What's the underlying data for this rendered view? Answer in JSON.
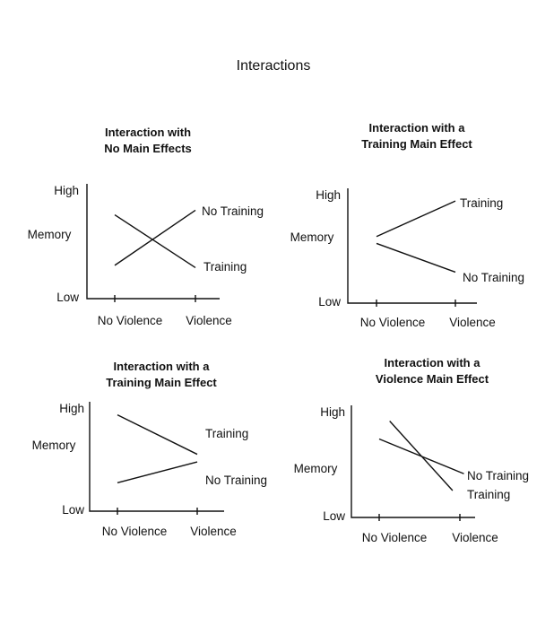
{
  "page_title": "Interactions",
  "chart_data": [
    {
      "type": "line",
      "title": [
        "Interaction with",
        "No Main Effects"
      ],
      "ylabel": "Memory",
      "y_ticks": [
        "High",
        "Low"
      ],
      "categories": [
        "No Violence",
        "Violence"
      ],
      "ylim": [
        0,
        10
      ],
      "series": [
        {
          "name": "No Training",
          "x": [
            0,
            1
          ],
          "values": [
            2.9,
            7.7
          ]
        },
        {
          "name": "Training",
          "x": [
            0,
            1
          ],
          "values": [
            7.3,
            2.7
          ]
        }
      ]
    },
    {
      "type": "line",
      "title": [
        "Interaction with a",
        "Training Main Effect"
      ],
      "ylabel": "Memory",
      "y_ticks": [
        "High",
        "Low"
      ],
      "categories": [
        "No Violence",
        "Violence"
      ],
      "ylim": [
        0,
        10
      ],
      "series": [
        {
          "name": "Training",
          "x": [
            0,
            1
          ],
          "values": [
            5.8,
            8.9
          ]
        },
        {
          "name": "No Training",
          "x": [
            0,
            1
          ],
          "values": [
            5.2,
            2.7
          ]
        }
      ]
    },
    {
      "type": "line",
      "title": [
        "Interaction with a",
        "Training Main Effect"
      ],
      "ylabel": "Memory",
      "y_ticks": [
        "High",
        "Low"
      ],
      "categories": [
        "No Violence",
        "Violence"
      ],
      "ylim": [
        0,
        10
      ],
      "series": [
        {
          "name": "Training",
          "x": [
            0,
            1
          ],
          "values": [
            8.8,
            5.2
          ]
        },
        {
          "name": "No Training",
          "x": [
            0,
            1
          ],
          "values": [
            2.6,
            4.5
          ]
        }
      ]
    },
    {
      "type": "line",
      "title": [
        "Interaction with a",
        "Violence Main Effect"
      ],
      "ylabel": "Memory",
      "y_ticks": [
        "High",
        "Low"
      ],
      "categories": [
        "No Violence",
        "Violence"
      ],
      "ylim": [
        0,
        10
      ],
      "series": [
        {
          "name": "No Training",
          "x": [
            0,
            1.05
          ],
          "values": [
            7.0,
            3.9
          ]
        },
        {
          "name": "Training",
          "x": [
            0.13,
            0.91
          ],
          "values": [
            8.6,
            2.4
          ]
        }
      ]
    }
  ]
}
